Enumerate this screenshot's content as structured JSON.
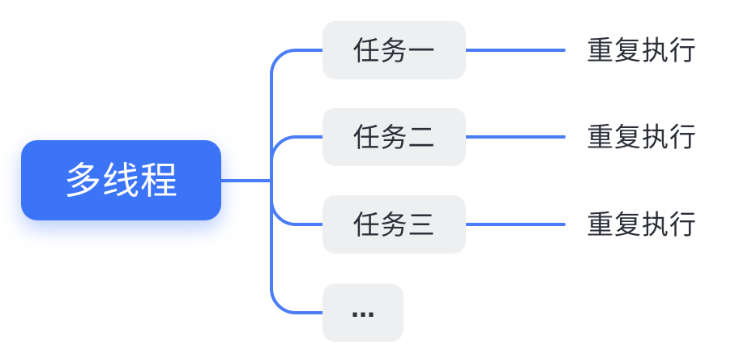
{
  "root": {
    "label": "多线程"
  },
  "branches": [
    {
      "label": "任务一",
      "annotation": "重复执行"
    },
    {
      "label": "任务二",
      "annotation": "重复执行"
    },
    {
      "label": "任务三",
      "annotation": "重复执行"
    },
    {
      "label": "..."
    }
  ],
  "colors": {
    "background": "#FFFFFF",
    "root_bg": "#3B74F6",
    "root_text": "#FFFFFF",
    "node_bg": "#EEEFF1",
    "node_text": "#2B2F38",
    "connector": "#4A7DF7"
  }
}
